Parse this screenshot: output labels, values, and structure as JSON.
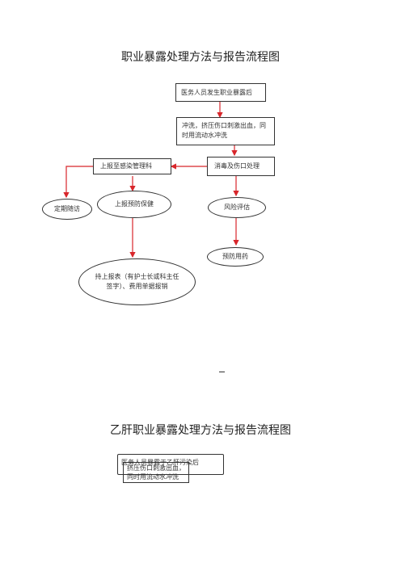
{
  "page1": {
    "title": "职业暴露处理方法与报告流程图",
    "nodes": {
      "start": "医务人员发生职业暴露后",
      "wash": "冲洗，挤压伤口刺激出血，同时用流动水冲洗",
      "disinfect": "消毒及伤口处理",
      "report_infection": "上报至感染管理科",
      "followup": "定期随访",
      "report_prevention": "上报预防保健",
      "risk": "风险评估",
      "prophylaxis": "预防用药",
      "form": "持上报表（有护士长或科主任签字）、费用单据报销"
    },
    "colors": {
      "arrow": "#d8262b",
      "border": "#333333"
    }
  },
  "page_separator": "–",
  "page2": {
    "title": "乙肝职业暴露处理方法与报告流程图",
    "nodes": {
      "start": "医务人员暴露于乙肝污染后",
      "wash": "挤压伤口刺激出血，同时用流动水冲洗"
    }
  }
}
